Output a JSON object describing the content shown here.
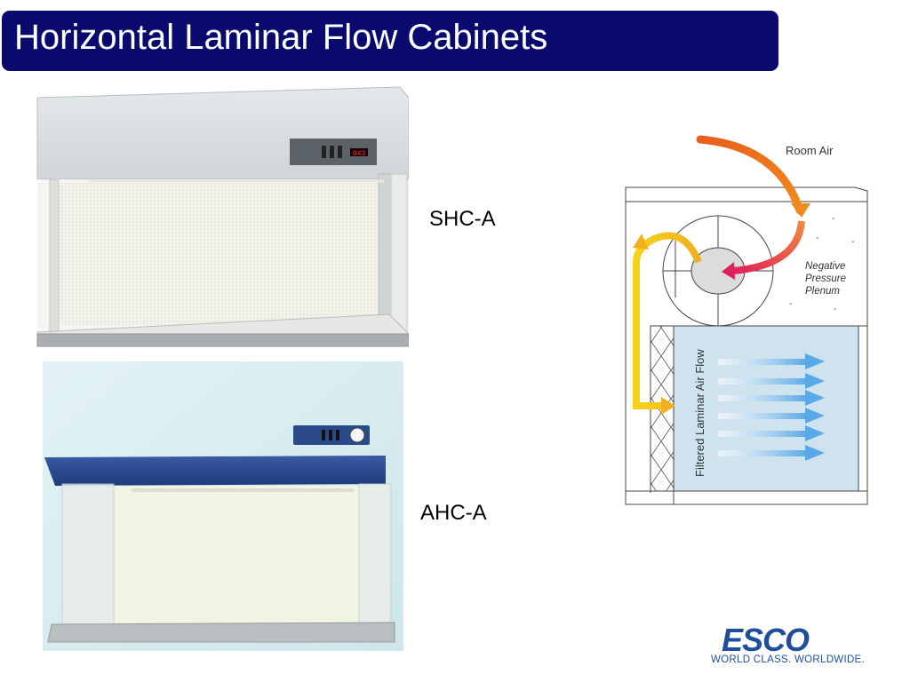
{
  "slide": {
    "title": "Horizontal Laminar Flow Cabinets"
  },
  "products": [
    {
      "model": "SHC-A",
      "display": "043"
    },
    {
      "model": "AHC-A"
    }
  ],
  "diagram": {
    "room_air_label": "Room Air",
    "plenum_label_lines": [
      "Negative",
      "Pressure",
      "Plenum"
    ],
    "flow_label": "Filtered Laminar Air Flow"
  },
  "logo": {
    "name": "ESCO",
    "tagline": "WORLD CLASS. WORLDWIDE."
  },
  "colors": {
    "title_bar": "#0a0a6e",
    "logo_blue": "#1e4e9c",
    "diagram_fill": "#cfe3ee"
  }
}
